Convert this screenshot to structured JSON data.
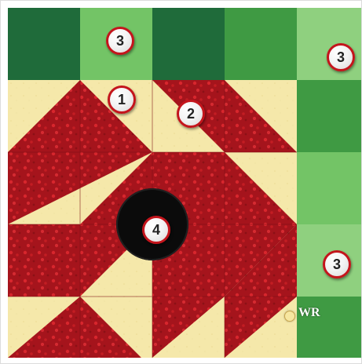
{
  "labels": {
    "fabric_1": "1",
    "fabric_2": "2",
    "fabric_3_top": "3",
    "fabric_3_top_right": "3",
    "fabric_3_bottom_right": "3",
    "fabric_4": "4"
  },
  "signature": "WR",
  "colors": {
    "background": "#ffffff",
    "green_dark": "#1f6b3a",
    "green_mid": "#3f9a43",
    "green_light": "#73c466",
    "green_mint": "#8fd07f",
    "cream": "#f5e8aa",
    "red": "#a5141c",
    "red_highlight": "#c31d23",
    "center": "#0b0b0b",
    "label_border": "#c4151c"
  }
}
